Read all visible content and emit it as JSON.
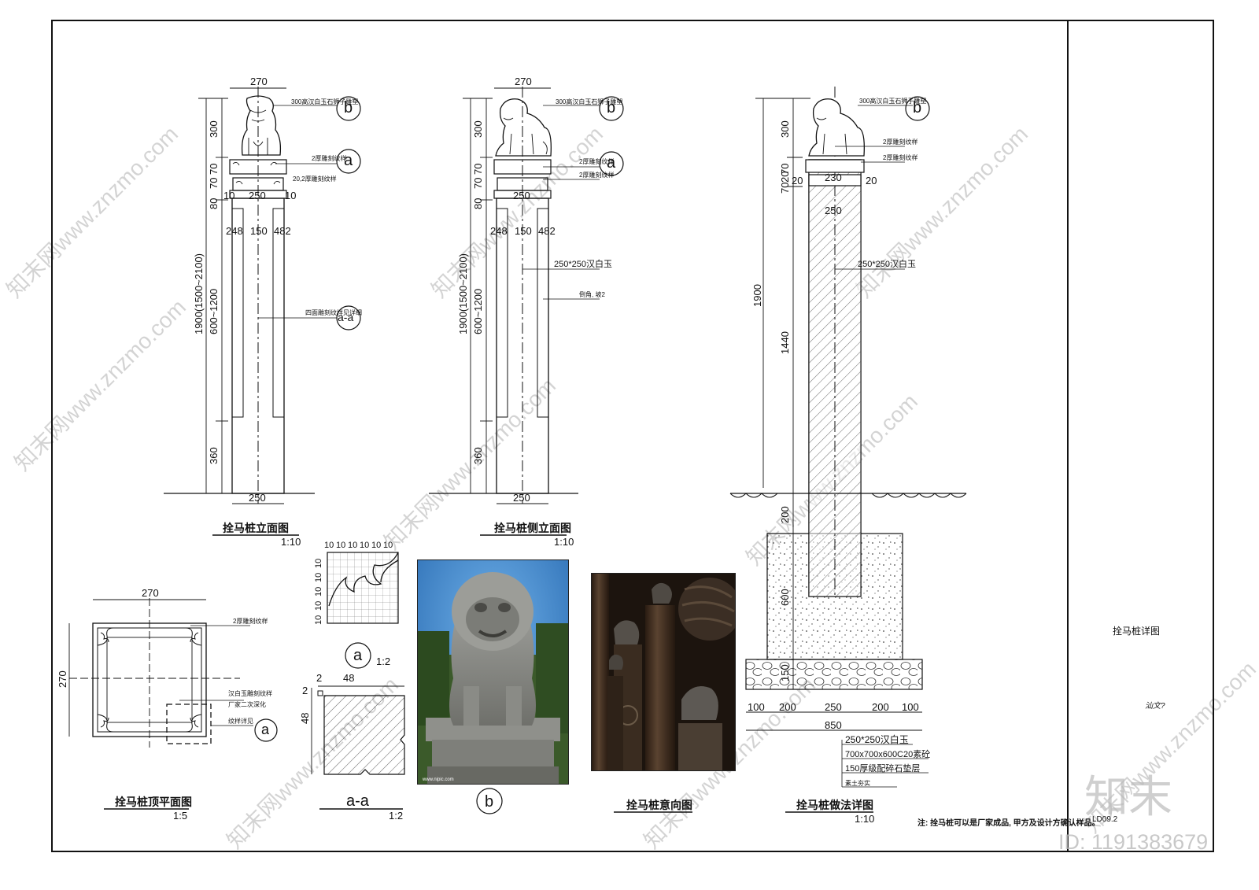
{
  "sheet": {
    "title_block_name": "拴马桩详图",
    "sheet_no": "LD09.2",
    "signature": "汕文?",
    "id_label": "ID: 1191383679",
    "brand": "知末"
  },
  "views": {
    "front": {
      "title": "拴马桩立面图",
      "scale": "1:10"
    },
    "side": {
      "title": "拴马桩侧立面图",
      "scale": "1:10"
    },
    "detail": {
      "title": "拴马桩做法详图",
      "scale": "1:10"
    },
    "top": {
      "title": "拴马桩顶平面图",
      "scale": "1:5"
    },
    "section": {
      "title": "a-a",
      "scale": "1:2"
    },
    "reference": {
      "title": "拴马桩意向图"
    },
    "pattern": {
      "label": "a",
      "scale": "1:2"
    },
    "lion_photo": {
      "label": "b"
    }
  },
  "dims": {
    "w270": "270",
    "h300": "300",
    "h70a": "70",
    "h70b": "70",
    "h20": "20",
    "h80": "80",
    "h10": "10",
    "w250": "250",
    "w248": "248",
    "w150": "150",
    "w482": "482",
    "total": "1900(1500~2100)",
    "mid": "600~1200",
    "h360": "360",
    "d1900": "1900",
    "d1440": "1440",
    "d200": "200",
    "d600": "600",
    "d150": "150",
    "w230": "230",
    "w20": "20",
    "w100": "100",
    "w200": "200",
    "w850": "850",
    "w48": "48",
    "w2": "2",
    "ten": "10"
  },
  "callouts": {
    "lion": "300高汉白玉石狮子雕塑",
    "carve2": "2厚雕刻纹样",
    "carve20": "20,2厚雕刻纹样",
    "pattern_note": "四面雕刻纹样见详细",
    "post": "250*250汉白玉",
    "chamfer": "倒角, 坡2",
    "post_detail": "250*250汉白玉",
    "found1": "700x700x600C20素砼",
    "found2": "150厚级配碎石垫层",
    "found3": "素土夯实",
    "top_n1": "汉白玉雕刻纹样",
    "top_n2": "厂家二次深化",
    "top_n3": "纹样详见",
    "pattern_n": "雕刻纹样",
    "note": "注: 拴马桩可以是厂家成品, 甲方及设计方确认样品。"
  },
  "symbols": {
    "b": "b",
    "a": "a",
    "aa": "a-a"
  },
  "watermark": "知末网www.znzmo.com"
}
